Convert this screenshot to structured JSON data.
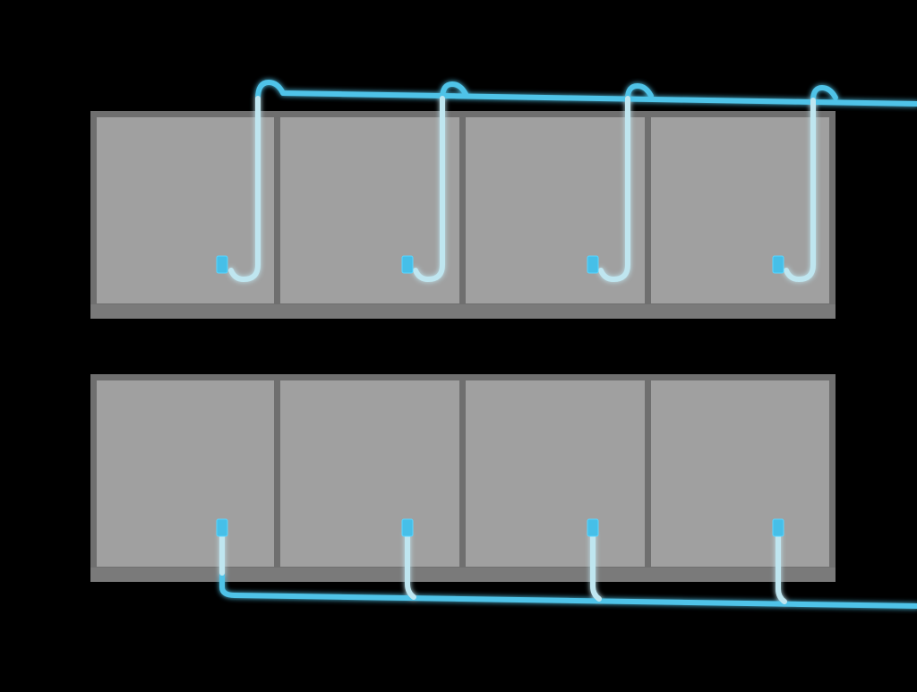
{
  "colors": {
    "background": "#000000",
    "frame": "#6f6f6f",
    "panel": "#a0a0a0",
    "panel_shadow": "#7a7a7a",
    "pipe": "#4fc3e8",
    "pipe_glow": "#5ad6ff",
    "pipe_inside": "#bfe6f0",
    "fitting": "#46bfe8"
  },
  "icons": {
    "fitting": "pipe-fitting-icon"
  },
  "rows": [
    {
      "name": "upper-panel-row",
      "panels": 4,
      "pipe_route": "overhead-hook"
    },
    {
      "name": "lower-panel-row",
      "panels": 4,
      "pipe_route": "underneath-drop"
    }
  ]
}
